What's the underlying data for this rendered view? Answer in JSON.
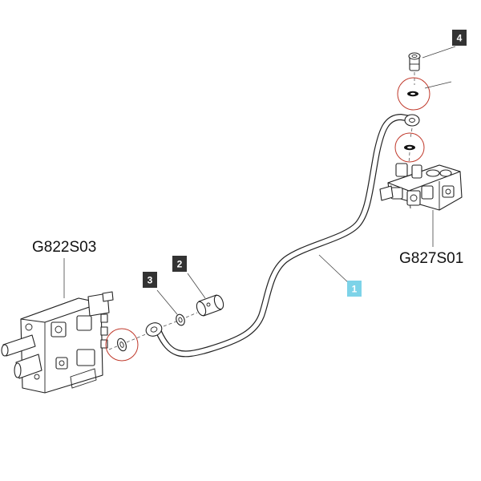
{
  "assemblies": {
    "left": {
      "code": "G822S03"
    },
    "right": {
      "code": "G827S01"
    }
  },
  "callouts": [
    {
      "number": "1",
      "part": "hydraulic-pipe",
      "color": "#7dd3e8",
      "text_color": "#ffffff"
    },
    {
      "number": "2",
      "part": "banjo-bolt",
      "color": "#333333",
      "text_color": "#ffffff"
    },
    {
      "number": "3",
      "part": "sealing-washer",
      "color": "#333333",
      "text_color": "#ffffff"
    },
    {
      "number": "4",
      "part": "banjo-bolt-top",
      "color": "#333333",
      "text_color": "#ffffff"
    }
  ],
  "colors": {
    "highlight_circle": "#c0392b",
    "line": "#222222"
  }
}
